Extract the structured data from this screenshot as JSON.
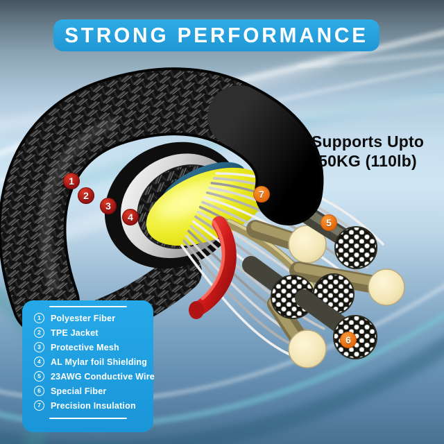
{
  "banner": {
    "title": "STRONG PERFORMANCE"
  },
  "support_text": {
    "line1": "Supports Upto",
    "line2": "50KG (110lb)"
  },
  "legend": {
    "items": [
      {
        "num": "1",
        "label": "Polyester Fiber"
      },
      {
        "num": "2",
        "label": "TPE Jacket"
      },
      {
        "num": "3",
        "label": "Protective Mesh"
      },
      {
        "num": "4",
        "label": "AL Mylar foil Shielding"
      },
      {
        "num": "5",
        "label": "23AWG Conductive Wire"
      },
      {
        "num": "6",
        "label": "Special Fiber"
      },
      {
        "num": "7",
        "label": "Precision Insulation"
      }
    ]
  },
  "callouts": [
    {
      "number": "1"
    },
    {
      "number": "2"
    },
    {
      "number": "3"
    },
    {
      "number": "4"
    },
    {
      "number": "5"
    },
    {
      "number": "6"
    },
    {
      "number": "7"
    }
  ],
  "colors": {
    "banner_blue": "#24A3DF",
    "panel_blue": "#1F9FE2",
    "callout_red": "#9C1412",
    "callout_orange": "#E86C0E",
    "insulation_yellow": "#E8E723"
  }
}
